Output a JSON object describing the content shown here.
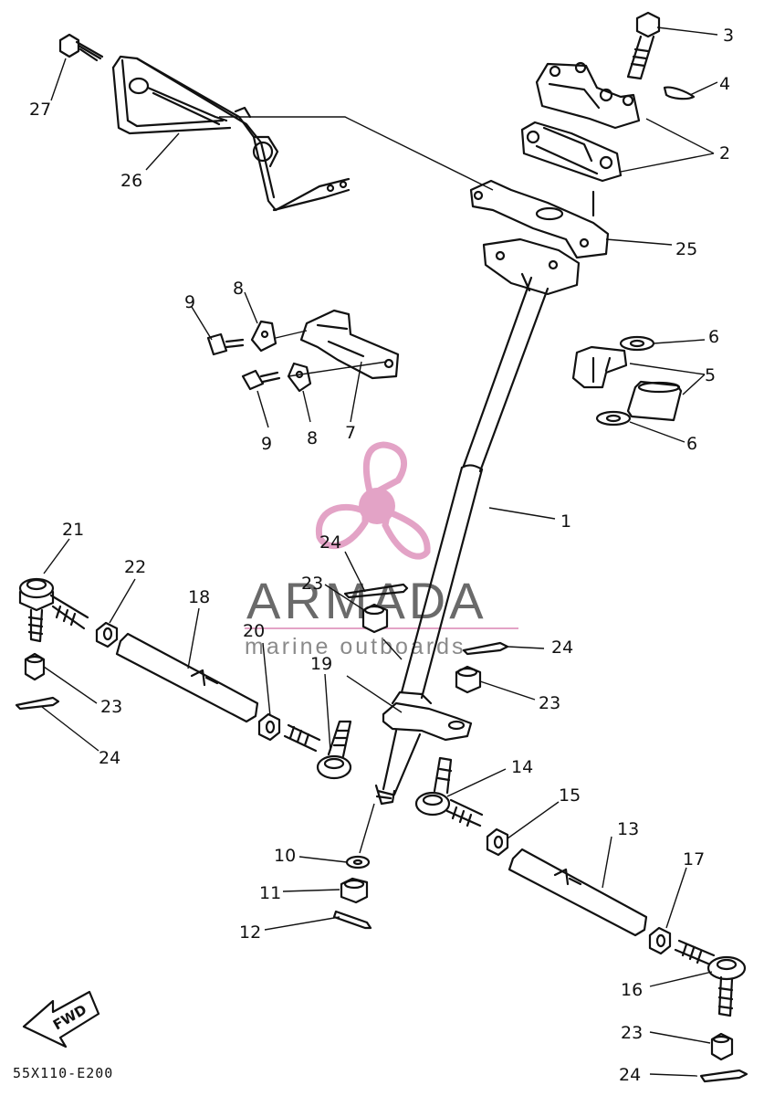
{
  "diagram": {
    "reference_code": "55X110-E200",
    "direction_marker": "FWD",
    "callouts": [
      "1",
      "2",
      "3",
      "4",
      "5",
      "6",
      "7",
      "8",
      "9",
      "10",
      "11",
      "12",
      "13",
      "14",
      "15",
      "16",
      "17",
      "18",
      "19",
      "20",
      "21",
      "22",
      "23",
      "24",
      "25",
      "26",
      "27"
    ]
  },
  "watermark": {
    "brand": "ARMADA",
    "tagline": "marine outboards",
    "accent_color": "#e3a3c6",
    "icon": "propeller-icon"
  }
}
